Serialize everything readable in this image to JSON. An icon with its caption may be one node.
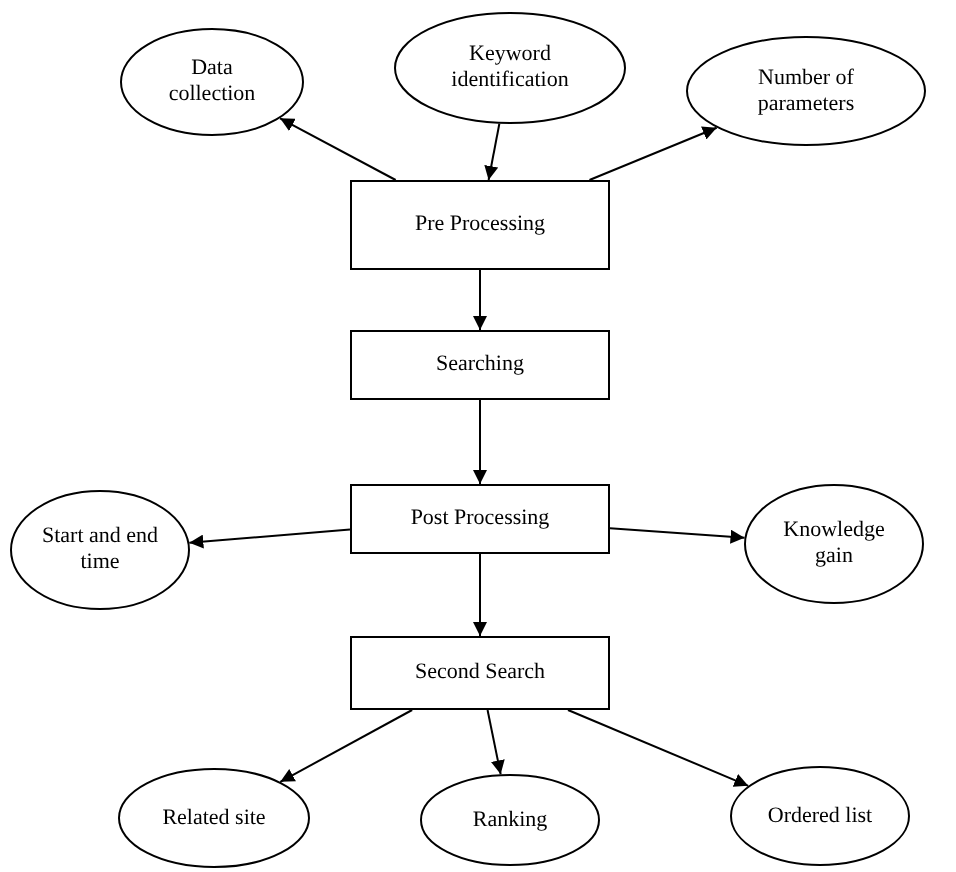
{
  "diagram": {
    "nodes": [
      {
        "text": [
          "Data collection"
        ]
      },
      {
        "text": [
          "Keyword identification"
        ]
      },
      {
        "text": [
          "Number of parameters"
        ]
      },
      {
        "text": [
          "Pre Processing"
        ]
      },
      {
        "text": [
          "Searching"
        ]
      },
      {
        "text": [
          "Start and end time"
        ]
      },
      {
        "text": [
          "Post Processing"
        ]
      },
      {
        "text": [
          "Knowledge gain"
        ]
      },
      {
        "text": [
          "Second Search"
        ]
      },
      {
        "text": [
          "Related site"
        ]
      },
      {
        "text": [
          "Ranking"
        ]
      },
      {
        "text": [
          "Ordered list"
        ]
      }
    ],
    "edges": [
      {
        "from": 3,
        "to": 0,
        "arrow": "to"
      },
      {
        "from": 1,
        "to": 3,
        "arrow": "to"
      },
      {
        "from": 3,
        "to": 2,
        "arrow": "to"
      },
      {
        "from": 3,
        "to": 4,
        "arrow": "to"
      },
      {
        "from": 4,
        "to": 6,
        "arrow": "to"
      },
      {
        "from": 6,
        "to": 5,
        "arrow": "to"
      },
      {
        "from": 6,
        "to": 7,
        "arrow": "to"
      },
      {
        "from": 6,
        "to": 8,
        "arrow": "to"
      },
      {
        "from": 8,
        "to": 9,
        "arrow": "to"
      },
      {
        "from": 8,
        "to": 10,
        "arrow": "to"
      },
      {
        "from": 8,
        "to": 11,
        "arrow": "to"
      }
    ]
  }
}
